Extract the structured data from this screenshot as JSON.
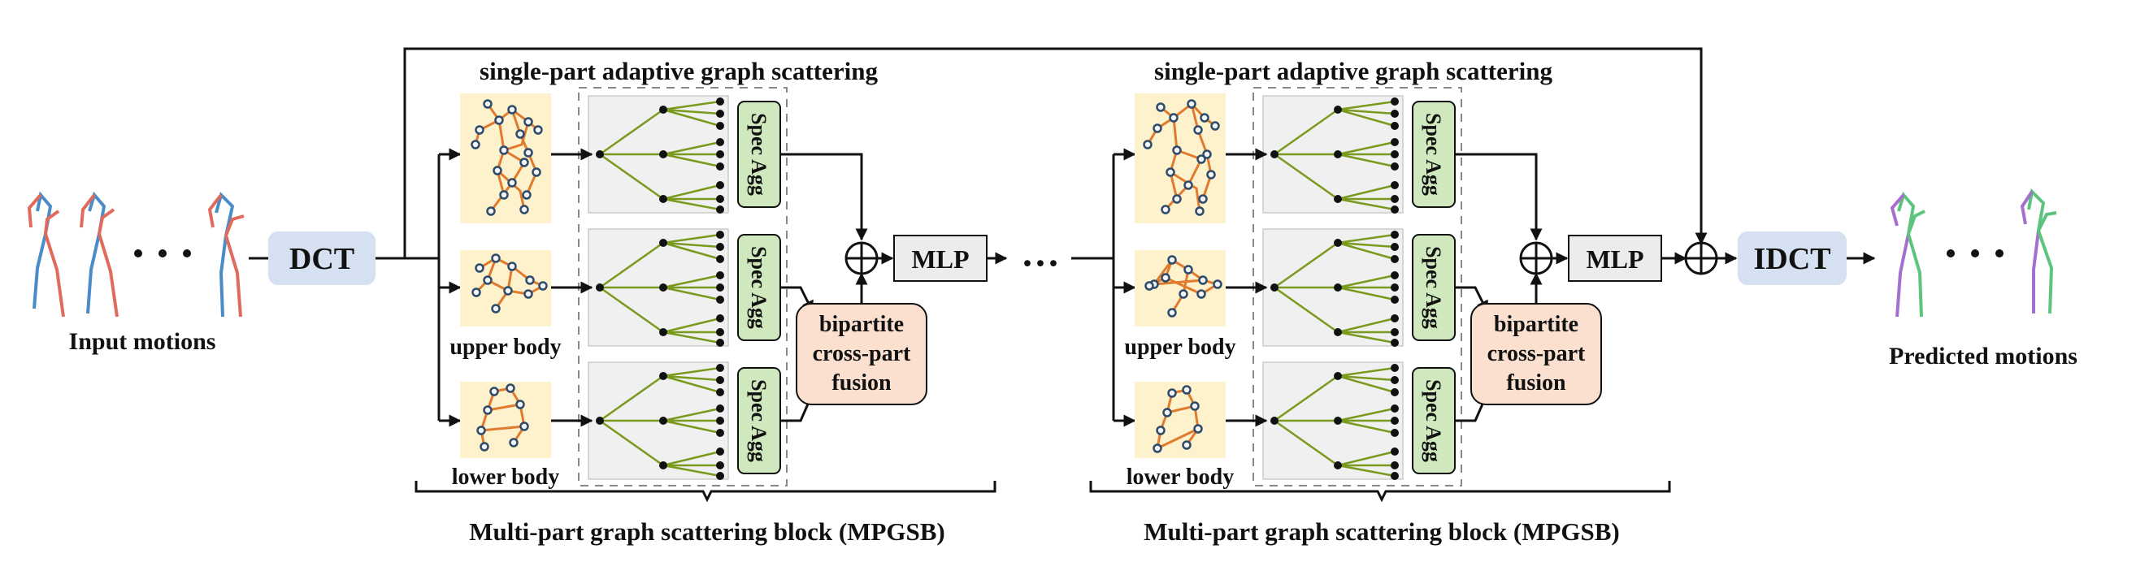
{
  "input_label": "Input motions",
  "output_label": "Predicted motions",
  "dct_label": "DCT",
  "idct_label": "IDCT",
  "ellipsis": "···",
  "blocks": [
    {
      "title": "single-part adaptive graph scattering",
      "part_labels": [
        "upper body",
        "lower body"
      ],
      "spec_agg": "Spec Agg",
      "fusion": [
        "bipartite",
        "cross-part",
        "fusion"
      ],
      "mlp": "MLP",
      "caption": "Multi-part graph scattering block (MPGSB)"
    },
    {
      "title": "single-part adaptive graph scattering",
      "part_labels": [
        "upper body",
        "lower body"
      ],
      "spec_agg": "Spec Agg",
      "fusion": [
        "bipartite",
        "cross-part",
        "fusion"
      ],
      "mlp": "MLP",
      "caption": "Multi-part graph scattering block (MPGSB)"
    }
  ],
  "colors": {
    "skeleton_panel": "#fdf2cc",
    "skeleton_edge": "#e07b2e",
    "skeleton_joint": "#2d4b6b",
    "tree_edge": "#7a9a1e",
    "tree_panel": "#f0f0f0",
    "spec_agg_fill": "#cfe8bd",
    "fusion_fill": "#fbe0d0",
    "dct_fill": "#d5e0f0",
    "mlp_fill": "#ececec",
    "input_red": "#e06b5c",
    "input_blue": "#4a8cc8",
    "output_green": "#5cc47c",
    "output_purple": "#a56fcf"
  }
}
